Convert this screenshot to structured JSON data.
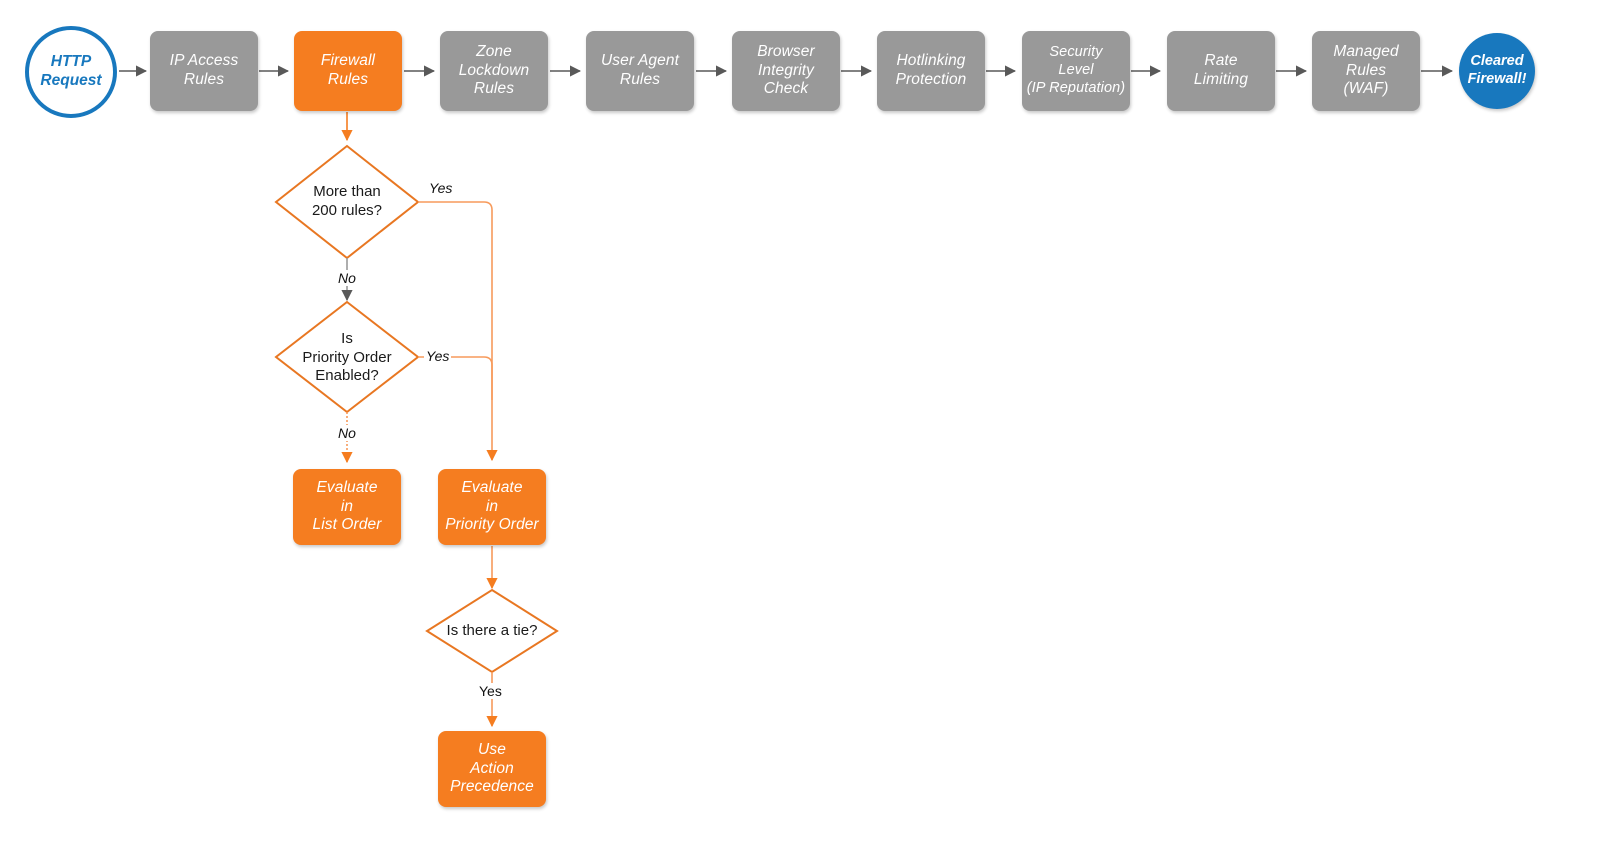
{
  "diagram": {
    "title": "Cloudflare firewall rules evaluation order flowchart",
    "colors": {
      "orange": "#F57D20",
      "grey": "#999999",
      "blue": "#1878BE",
      "arrow_grey": "#595959",
      "line_orange": "#F57D20",
      "background": "#FFFFFF"
    },
    "pipeline": [
      {
        "id": "http-request",
        "label": "HTTP\nRequest",
        "shape": "circle",
        "style": "start"
      },
      {
        "id": "ip-access-rules",
        "label": "IP Access\nRules",
        "shape": "rounded",
        "style": "grey"
      },
      {
        "id": "firewall-rules",
        "label": "Firewall\nRules",
        "shape": "rounded",
        "style": "orange"
      },
      {
        "id": "zone-lockdown-rules",
        "label": "Zone\nLockdown\nRules",
        "shape": "rounded",
        "style": "grey"
      },
      {
        "id": "user-agent-rules",
        "label": "User Agent\nRules",
        "shape": "rounded",
        "style": "grey"
      },
      {
        "id": "browser-integrity",
        "label": "Browser\nIntegrity\nCheck",
        "shape": "rounded",
        "style": "grey"
      },
      {
        "id": "hotlinking",
        "label": "Hotlinking\nProtection",
        "shape": "rounded",
        "style": "grey"
      },
      {
        "id": "security-level",
        "label": "Security\nLevel\n(IP Reputation)",
        "shape": "rounded",
        "style": "grey"
      },
      {
        "id": "rate-limiting",
        "label": "Rate\nLimiting",
        "shape": "rounded",
        "style": "grey"
      },
      {
        "id": "managed-rules-waf",
        "label": "Managed\nRules\n(WAF)",
        "shape": "rounded",
        "style": "grey"
      },
      {
        "id": "cleared-firewall",
        "label": "Cleared\nFirewall!",
        "shape": "circle",
        "style": "end"
      }
    ],
    "decisions": [
      {
        "id": "more-than-200-rules",
        "label": "More than\n200 rules?"
      },
      {
        "id": "is-priority-order-enabled",
        "label": "Is\nPriority Order\nEnabled?"
      },
      {
        "id": "is-there-a-tie",
        "label": "Is there a tie?"
      }
    ],
    "outcomes": [
      {
        "id": "evaluate-in-list-order",
        "label": "Evaluate\nin\nList Order"
      },
      {
        "id": "evaluate-in-priority-order",
        "label": "Evaluate\nin\nPriority Order"
      },
      {
        "id": "use-action-precedence",
        "label": "Use\nAction\nPrecedence"
      }
    ],
    "edge_labels": {
      "rules_yes": "Yes",
      "rules_no": "No",
      "priority_yes": "Yes",
      "priority_no": "No",
      "tie_yes": "Yes"
    }
  }
}
